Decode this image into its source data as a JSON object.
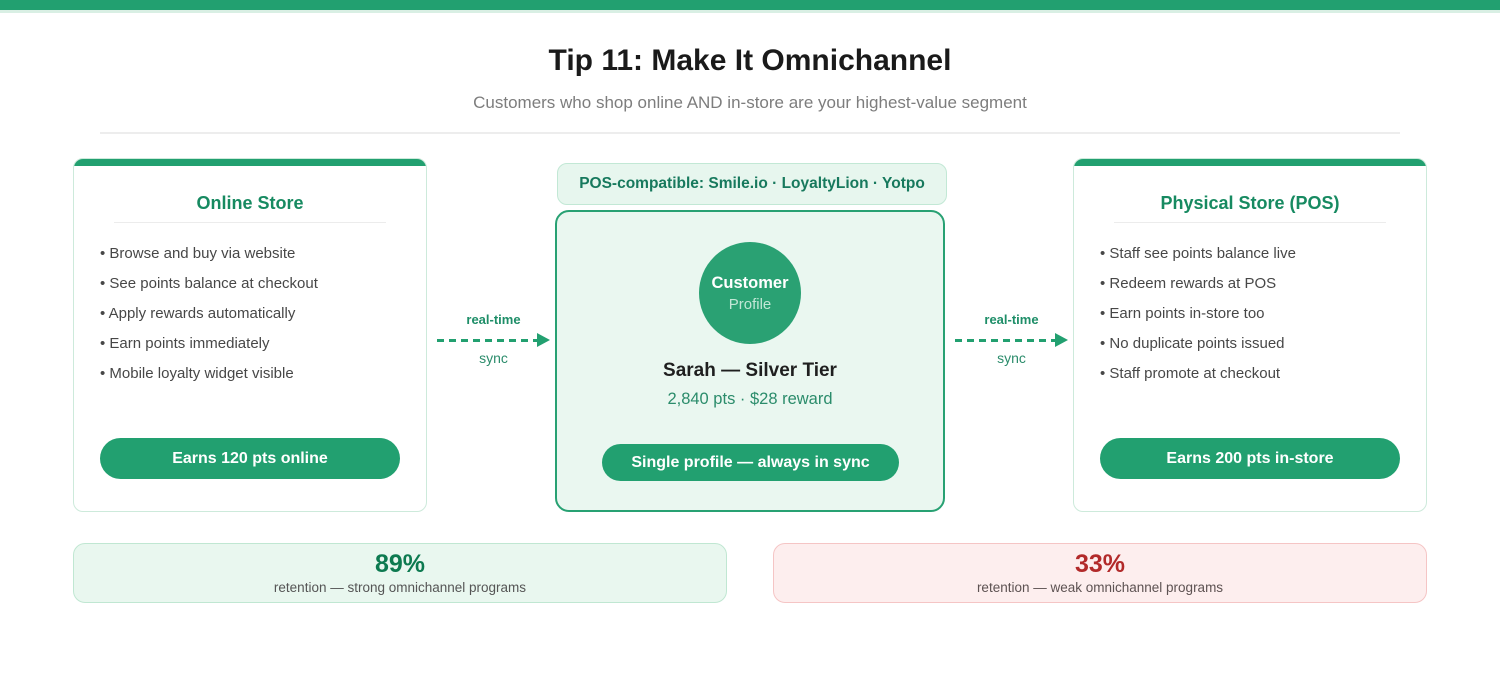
{
  "page": {
    "title": "Tip 11: Make It Omnichannel",
    "subtitle": "Customers who shop online AND in-store are your highest-value segment"
  },
  "colors": {
    "accent_green": "#22a070",
    "green_text": "#178a61",
    "pale_green_bg": "#e9f7f0",
    "negative_red": "#b22a2a",
    "pale_red_bg": "#fdeeee"
  },
  "cards": {
    "online": {
      "title": "Online Store",
      "bullets": [
        "Browse and buy via website",
        "See points balance at checkout",
        "Apply rewards automatically",
        "Earn points immediately",
        "Mobile loyalty widget visible"
      ],
      "badge": "Earns 120 pts online"
    },
    "center": {
      "compat_badge": "POS-compatible: Smile.io · LoyaltyLion · Yotpo",
      "circle_line1": "Customer",
      "circle_line2": "Profile",
      "customer_name": "Sarah — Silver Tier",
      "customer_stats": "2,840 pts · $28 reward",
      "badge": "Single profile — always in sync"
    },
    "physical": {
      "title": "Physical Store (POS)",
      "bullets": [
        "Staff see points balance live",
        "Redeem rewards at POS",
        "Earn points in-store too",
        "No duplicate points issued",
        "Staff promote at checkout"
      ],
      "badge": "Earns 200 pts in-store"
    }
  },
  "arrows": {
    "left": {
      "top_label": "real-time",
      "bottom_label": "sync"
    },
    "right": {
      "top_label": "real-time",
      "bottom_label": "sync"
    }
  },
  "stats": [
    {
      "value": "89%",
      "label": "retention — strong omnichannel programs"
    },
    {
      "value": "33%",
      "label": "retention — weak omnichannel programs"
    }
  ]
}
